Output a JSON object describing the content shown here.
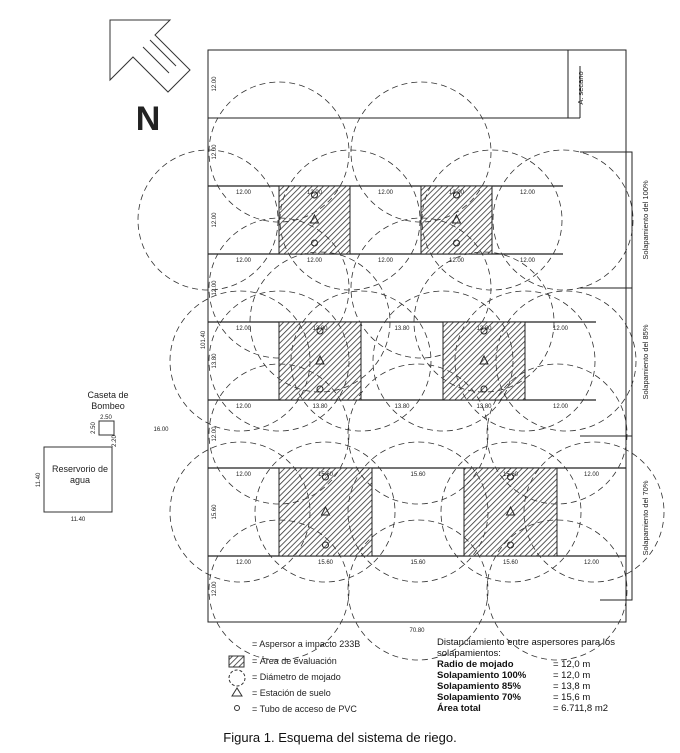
{
  "north_label": "N",
  "areas": {
    "secano": "A. secano",
    "overlap_100": "Solapamiento del 100%",
    "overlap_85": "Solapamiento del 85%",
    "overlap_70": "Solapamiento del 70%"
  },
  "dimensions": {
    "total_length": "101.40",
    "total_width": "70.80",
    "distance_pump": "16.00",
    "row_heights": [
      "12.00",
      "12.00",
      "12.00",
      "12.00",
      "13.80",
      "12.00",
      "15.60",
      "12.00"
    ],
    "line_labels": [
      [
        "12.00",
        "12.00",
        "12.00",
        "12.00",
        "12.00"
      ],
      [
        "12.00",
        "12.00",
        "12.00",
        "12.00",
        "12.00"
      ],
      [
        "12.00",
        "13.80",
        "13.80",
        "13.80",
        "12.00"
      ],
      [
        "12.00",
        "13.80",
        "13.80",
        "13.80",
        "12.00"
      ],
      [
        "12.00",
        "15.60",
        "15.60",
        "15.60",
        "12.00"
      ],
      [
        "12.00",
        "15.60",
        "15.60",
        "15.60",
        "12.00"
      ]
    ]
  },
  "pump_house": {
    "label_line1": "Caseta de",
    "label_line2": "Bombeo",
    "width": "2.50",
    "height": "2.50",
    "gap": "2.20"
  },
  "reservoir": {
    "label_line1": "Reservorio de",
    "label_line2": "agua",
    "width": "11.40",
    "height": "11.40"
  },
  "legend": [
    {
      "icon": "sprinkler",
      "label": "= Aspersor a impacto 233B"
    },
    {
      "icon": "hatched-square",
      "label": "= Área de evaluación"
    },
    {
      "icon": "dashed-circle",
      "label": "= Diámetro de mojado"
    },
    {
      "icon": "triangle",
      "label": "= Estación de suelo"
    },
    {
      "icon": "circle",
      "label": "= Tubo de acceso de PVC"
    }
  ],
  "spacing": {
    "title": "Distanciamiento entre aspersores para los solapamientos:",
    "rows": [
      {
        "key": "Radio de mojado",
        "value": "= 12,0 m"
      },
      {
        "key": "Solapamiento 100%",
        "value": "= 12,0 m"
      },
      {
        "key": "Solapamiento 85%",
        "value": "= 13,8 m"
      },
      {
        "key": "Solapamiento 70%",
        "value": "= 15,6 m"
      },
      {
        "key": "Área total",
        "value": "= 6.711,8 m2"
      }
    ]
  },
  "caption": "Figura 1. Esquema del sistema de riego."
}
